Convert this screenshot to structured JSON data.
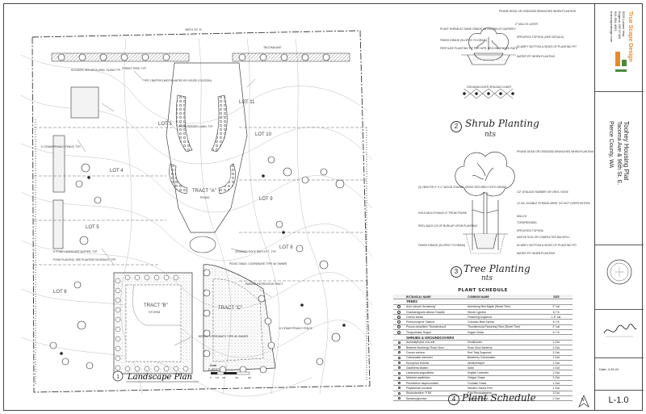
{
  "sheet": {
    "sheet_number": "L-1.0",
    "north_label": "N"
  },
  "title_block": {
    "firm_name": "True Scape Design",
    "firm_lines": [
      "5520 Lorane Hwy",
      "Eugene, OR 97405",
      "541.954.4053",
      "truescapedesign.com"
    ],
    "project_name": "Toohey Housing Plat",
    "project_lines": [
      "Tacoma Ave & 96th St. E.",
      "Pierce County, WA"
    ],
    "date_label": "Date: 4.25.24"
  },
  "plan": {
    "title": "Landscape Plan",
    "number": "1",
    "scale_label": "Scale",
    "scale_value": "1\"=20'-0\"",
    "scale_ticks": [
      "0",
      "10'",
      "20'",
      "40'",
      "60'"
    ],
    "street_top": "96TH ST. E.",
    "street_right": "TACOMA AVE",
    "labels": [
      {
        "id": "lot3",
        "text": "LOT 3"
      },
      {
        "id": "lot4",
        "text": "LOT 4"
      },
      {
        "id": "lot5",
        "text": "LOT 5"
      },
      {
        "id": "lot6",
        "text": "LOT 6"
      },
      {
        "id": "lot8",
        "text": "LOT 8"
      },
      {
        "id": "lot9",
        "text": "LOT 9"
      },
      {
        "id": "lot10",
        "text": "LOT 10"
      },
      {
        "id": "lot11",
        "text": "LOT 11"
      },
      {
        "id": "tracta",
        "text": "TRACT \"A\""
      },
      {
        "id": "tracta_sub",
        "text": "ROAD"
      },
      {
        "id": "tractb",
        "text": "TRACT \"B\""
      },
      {
        "id": "tractb_sub",
        "text": "STORM"
      },
      {
        "id": "tractc",
        "text": "TRACT \"C\""
      }
    ],
    "callouts": [
      "STREET TREE, TYP.",
      "TYPE 2 BUFFER (WIDTH LIMITED BY HOUSE LOCATION)",
      "ROCKERY, SEE ARCH./ENG. PLANS TYP.",
      "HYDROSEEDED LAWN, TYP.",
      "6' CEDAR PRIVACY FENCE, TYP.",
      "CRUSHED ROCK PATH 5 FT., TYP.",
      "PICNIC TABLE, COORDINATE TYPE W/ OWNER",
      "PASSIVE RECREATION TRACT",
      "POND PLANTING, SEE PLANTING SCHEDULE, TYP.",
      "6' POND LANDSCAPE BUFFER, TYP.",
      "BENCH, COORDINATE TYPE W/ OWNER",
      "6' CEDAR PRIVACY FENCE"
    ]
  },
  "shrub_detail": {
    "title": "Shrub Planting",
    "number": "2",
    "nts": "nts",
    "notes_left": [
      "PLANT SHRUB AT SAME GRADE AS GROWN AT NURSERY",
      "FINISH GRADE (SLOPED TO DRAIN)",
      "FERTILIZE PLANTING PIT PER MFR. RECOMMENDED RATE"
    ],
    "notes_right": [
      "PRUNE DEAD OR DISEASED BRANCHES WHEN PLANTING",
      "2\" MULCH LAYER",
      "SPECIFIED TOPSOIL (SEE DETAILS)",
      "SCARIFY BOTTOM & SIDES OF PLANTING PIT",
      "WATER PIT WHEN PLANTING"
    ],
    "groundcover_label": "GROUNDCOVER SPACING CHART"
  },
  "tree_detail": {
    "title": "Tree Planting",
    "number": "3",
    "nts": "nts",
    "notes_left": [
      "(2) HEM FIR 2\" X 2\" WOOD STAKES, DRIVE SECURELY INTO GRADE",
      "HOLD MULCH BACK 6\" FROM TRUNK",
      "PEEL BACK 1/3 OF BURLAP UPON PLANTING",
      "FINISH GRADE (SLOPED TO DRAIN)"
    ],
    "notes_right": [
      "PRUNE DEAD OR DISEASED BRANCHES WHEN PLANTING",
      "1/2\" Ø BLACK RUBBER OR VINYL HOSE",
      "12 GA. DOUBLE STRAND WIRE, DO NOT OVERTIGHTEN",
      "MULCH",
      "TOPDRESSING",
      "SPECIFIED TOPSOIL",
      "NATIVE SOIL OR COMPACTED BACKFILL",
      "SCARIFY BOTTOM & SIDES OF PLANTING PIT",
      "WATER PIT WHEN PLANTING"
    ]
  },
  "schedule": {
    "title": "PLANT SCHEDULE",
    "label": "Plant Schedule",
    "number": "4",
    "headers": {
      "botanical": "BOTANICAL NAME",
      "common": "COMMON NAME",
      "size": "SIZE"
    },
    "group_trees": "TREES",
    "trees": [
      {
        "botanical": "Acer rubrum 'Armstrong'",
        "common": "Armstrong Red Maple (Street Tree)",
        "size": "2\" cal."
      },
      {
        "botanical": "Chamaecyparis obtusa 'Gracilis'",
        "common": "Hinoki Cypress",
        "size": "6-7 ft."
      },
      {
        "botanical": "Cornus kousa",
        "common": "Flowering Dogwood",
        "size": "1.5\" cal."
      },
      {
        "botanical": "Picea pungens 'Glauca'",
        "common": "Colorado Blue Spruce",
        "size": "6-7 ft."
      },
      {
        "botanical": "Prunus cerasifera 'Thundercloud'",
        "common": "Thundercloud Flowering Plum (Street Tree)",
        "size": "2\" cal."
      },
      {
        "botanical": "Thuja plicata 'Hogan'",
        "common": "Hogan Cedar",
        "size": "6-7 ft."
      }
    ],
    "group_shrubs": "SHRUBS & GROUNDCOVERS",
    "shrubs": [
      {
        "botanical": "Arctostaphylos uva-ursi",
        "common": "Kinnikinnick",
        "size": "1 Gal."
      },
      {
        "botanical": "Berberis thunbergii 'Rose Glow'",
        "common": "Rose Glow Barberry",
        "size": "2 Gal."
      },
      {
        "botanical": "Cornus sericea",
        "common": "Red Twig Dogwood",
        "size": "2 Gal."
      },
      {
        "botanical": "Cotoneaster dammeri",
        "common": "Bearberry Cotoneaster",
        "size": "1 Gal."
      },
      {
        "botanical": "Euonymus fortunei",
        "common": "Wintercreeper",
        "size": "1 Gal."
      },
      {
        "botanical": "Gaultheria shallon",
        "common": "Salal",
        "size": "1 Gal."
      },
      {
        "botanical": "Lavandula angustifolia",
        "common": "English Lavender",
        "size": "1 Gal."
      },
      {
        "botanical": "Mahonia aquifolium",
        "common": "Oregon Grape",
        "size": "2 Gal."
      },
      {
        "botanical": "Pennisetum alopecuroides",
        "common": "Fountain Grass",
        "size": "1 Gal."
      },
      {
        "botanical": "Polystichum munitum",
        "common": "Western Sword Fern",
        "size": "1 Gal."
      },
      {
        "botanical": "Rhododendron 'PJM'",
        "common": "PJM Rhododendron",
        "size": "3 Gal."
      },
      {
        "botanical": "Spiraea japonica",
        "common": "Japanese Spirea",
        "size": "2 Gal."
      }
    ]
  },
  "colors": {
    "ink": "#222222",
    "tree_fill": "#ffffff",
    "logo_orange": "#e8892b",
    "logo_green": "#4a8a3a"
  }
}
